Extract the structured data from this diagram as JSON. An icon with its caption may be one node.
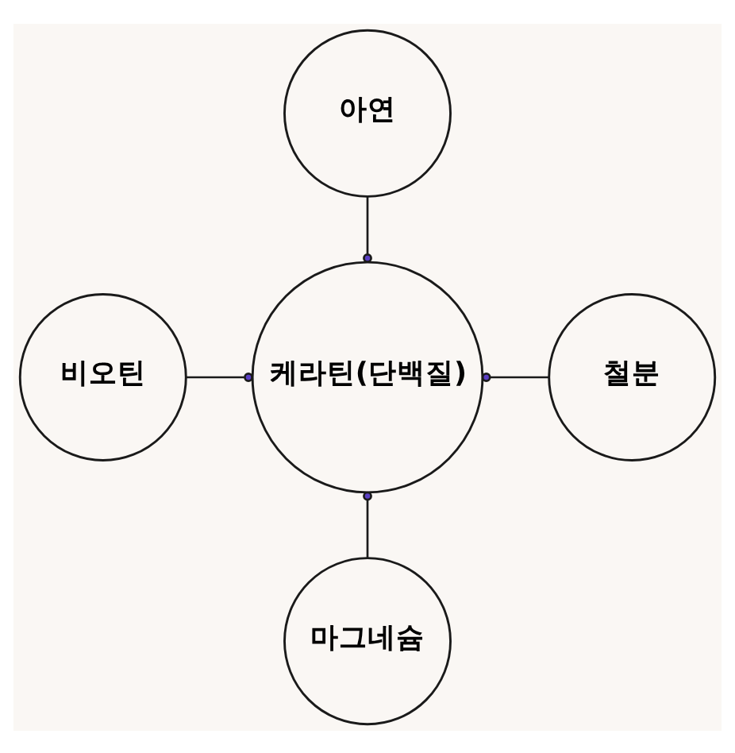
{
  "diagram": {
    "nodes": [
      {
        "text": [
          "아연"
        ]
      },
      {
        "text": [
          "비오틴"
        ]
      },
      {
        "text": [
          "케라틴(단백질)"
        ]
      },
      {
        "text": [
          "철분"
        ]
      },
      {
        "text": [
          "마그네슘"
        ]
      }
    ],
    "edges": [
      {
        "from": 0,
        "to": 2,
        "arrow": "other"
      },
      {
        "from": 1,
        "to": 2,
        "arrow": "other"
      },
      {
        "from": 3,
        "to": 2,
        "arrow": "other"
      },
      {
        "from": 4,
        "to": 2,
        "arrow": "other"
      }
    ]
  }
}
